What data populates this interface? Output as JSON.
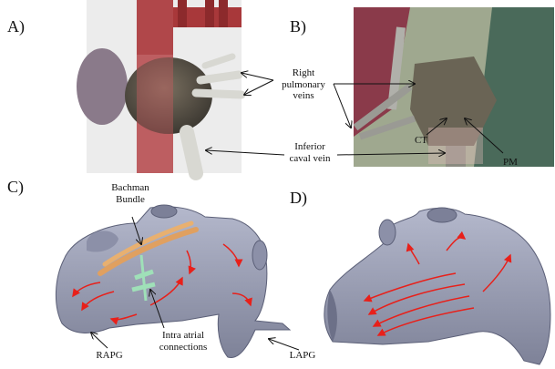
{
  "panels": {
    "a": "A)",
    "b": "B)",
    "c": "C)",
    "d": "D)"
  },
  "labels": {
    "right_pulmonary_veins": "Right\npulmonary\nveins",
    "inferior_caval_vein": "Inferior\ncaval vein",
    "ct": "CT",
    "pm": "PM",
    "bachman_bundle": "Bachman\nBundle",
    "rapg": "RAPG",
    "intra_atrial_connections": "Intra atrial\nconnections",
    "lapg": "LAPG"
  },
  "colors": {
    "aorta_red": "#a8383a",
    "atrium_gray": "#55504a",
    "vein_gray": "#cfcfc9",
    "tissue_blue": "#9aa0b6",
    "tissue_dark": "#6c7088",
    "bachman_orange": "#e0a060",
    "connection_green": "#9fe0b8",
    "arrow_red": "#e8201a"
  }
}
